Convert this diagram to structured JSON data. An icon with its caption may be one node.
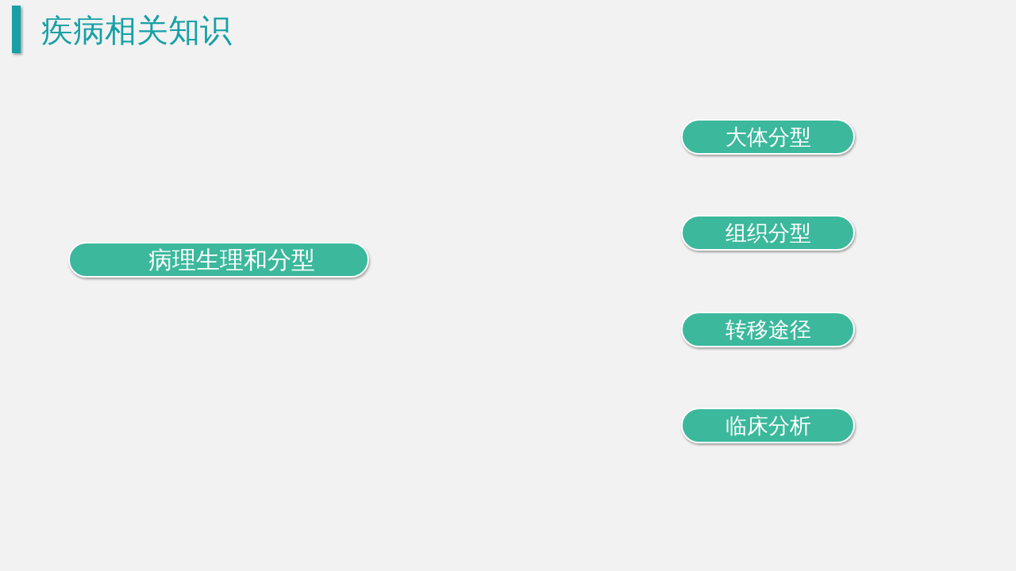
{
  "diagram": {
    "title": "疾病相关知识",
    "nodes": [
      {
        "text": [
          "病理生理和分型"
        ]
      },
      {
        "text": [
          "大体分型"
        ]
      },
      {
        "text": [
          "组织分型"
        ]
      },
      {
        "text": [
          "转移途径"
        ]
      },
      {
        "text": [
          "临床分析"
        ]
      }
    ]
  }
}
